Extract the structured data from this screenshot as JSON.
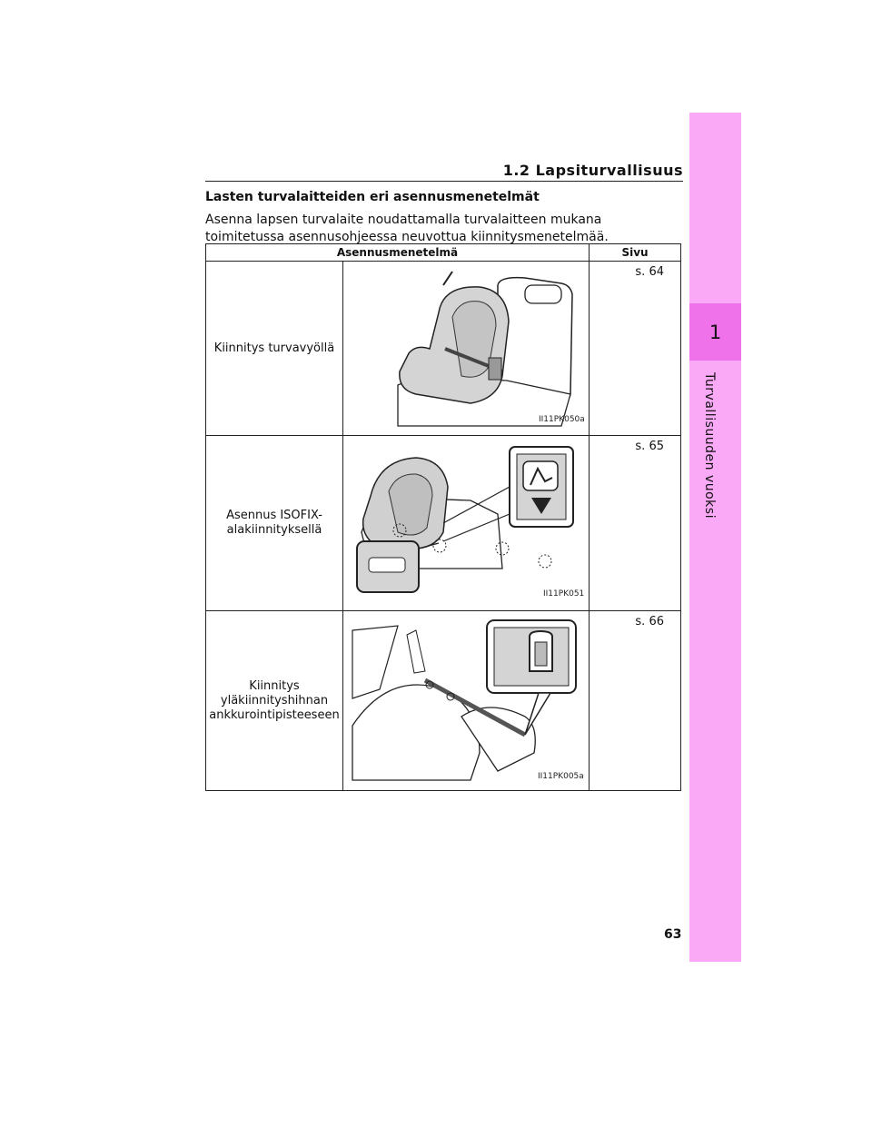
{
  "sidebar": {
    "chapter_number": "1",
    "chapter_title": "Turvallisuuden vuoksi"
  },
  "header": {
    "section": "1.2 Lapsiturvallisuus"
  },
  "content": {
    "heading": "Lasten turvalaitteiden eri asennusmenetelmät",
    "intro": "Asenna lapsen turvalaite noudattamalla turvalaitteen mukana toimitetussa asennusohjeessa neuvottua kiinnitysmenetelmää."
  },
  "table": {
    "headers": {
      "method": "Asennusmenetelmä",
      "page": "Sivu"
    },
    "rows": [
      {
        "method_lines": [
          "Kiinnitys turvavyöllä"
        ],
        "page": "s. 64",
        "image_code": "II11PK050a"
      },
      {
        "method_lines": [
          "Asennus ISOFIX-",
          "alakiinnityksellä"
        ],
        "page": "s. 65",
        "image_code": "II11PK051"
      },
      {
        "method_lines": [
          "Kiinnitys",
          "yläkiinnityshihnan",
          "ankkurointipisteeseen"
        ],
        "page": "s. 66",
        "image_code": "II11PK005a"
      }
    ]
  },
  "footer": {
    "page_number": "63"
  }
}
